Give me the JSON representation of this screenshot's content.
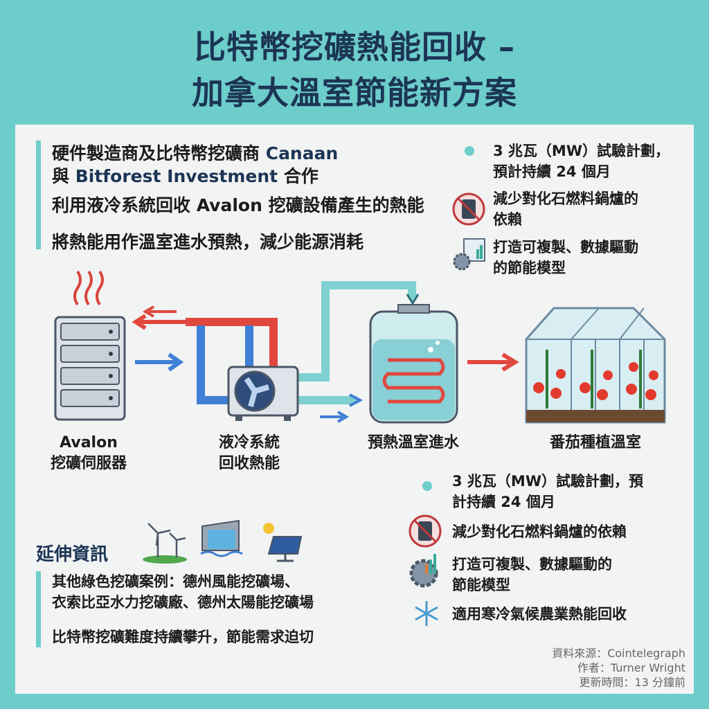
{
  "title": {
    "line1": "比特幣挖礦熱能回收 –",
    "line2": "加拿大溫室節能新方案"
  },
  "intro": {
    "l1a": "硬件製造商及比特幣挖礦商 ",
    "l1b": "Canaan",
    "l2a": "與 ",
    "l2b": "Bitforest Investment",
    "l2c": " 合作",
    "l3": "利用液冷系統回收 Avalon 挖礦設備產生的熱能",
    "l4": "將熱能用作溫室進水預熱，減少能源消耗"
  },
  "top_bullets": [
    {
      "l1": "3 兆瓦（MW）試驗計劃，",
      "l2": "預計持續 24 個月",
      "icon": "dot"
    },
    {
      "l1": "減少對化石燃料鍋爐的",
      "l2": "依賴",
      "icon": "no-oil-barrel-icon"
    },
    {
      "l1": "打造可複製、數據驅動",
      "l2": "的節能模型",
      "icon": "gear-chart-icon"
    }
  ],
  "diagram": {
    "server": {
      "l1": "Avalon",
      "l2": "挖礦伺服器"
    },
    "cooling": {
      "l1": "液冷系統",
      "l2": "回收熱能"
    },
    "tank": {
      "l1": "預熱溫室進水"
    },
    "greenhouse": {
      "l1": "番茄種植溫室"
    }
  },
  "extra": {
    "heading": "延伸資訊",
    "l1": "其他綠色挖礦案例：德州風能挖礦場、",
    "l2": "衣索比亞水力挖礦廠、德州太陽能挖礦場",
    "l3": "比特幣挖礦難度持續攀升，節能需求迫切"
  },
  "bottom_bullets": [
    {
      "l1": "3 兆瓦（MW）試驗計劃，預",
      "l2": "計持續 24 個月"
    },
    {
      "l1": "減少對化石燃料鍋爐的依賴"
    },
    {
      "l1": "打造可複製、數據驅動的",
      "l2": "節能模型"
    },
    {
      "l1": "適用寒冷氣候農業熱能回收"
    }
  ],
  "source": {
    "l1": "資料來源：Cointelegraph",
    "l2": "作者：Turner Wright",
    "l3": "更新時間：13 分鐘前"
  },
  "colors": {
    "teal": "#6dcdcb",
    "navy": "#1c3555",
    "hot": "#e0483f",
    "cold": "#3f7fd6"
  }
}
